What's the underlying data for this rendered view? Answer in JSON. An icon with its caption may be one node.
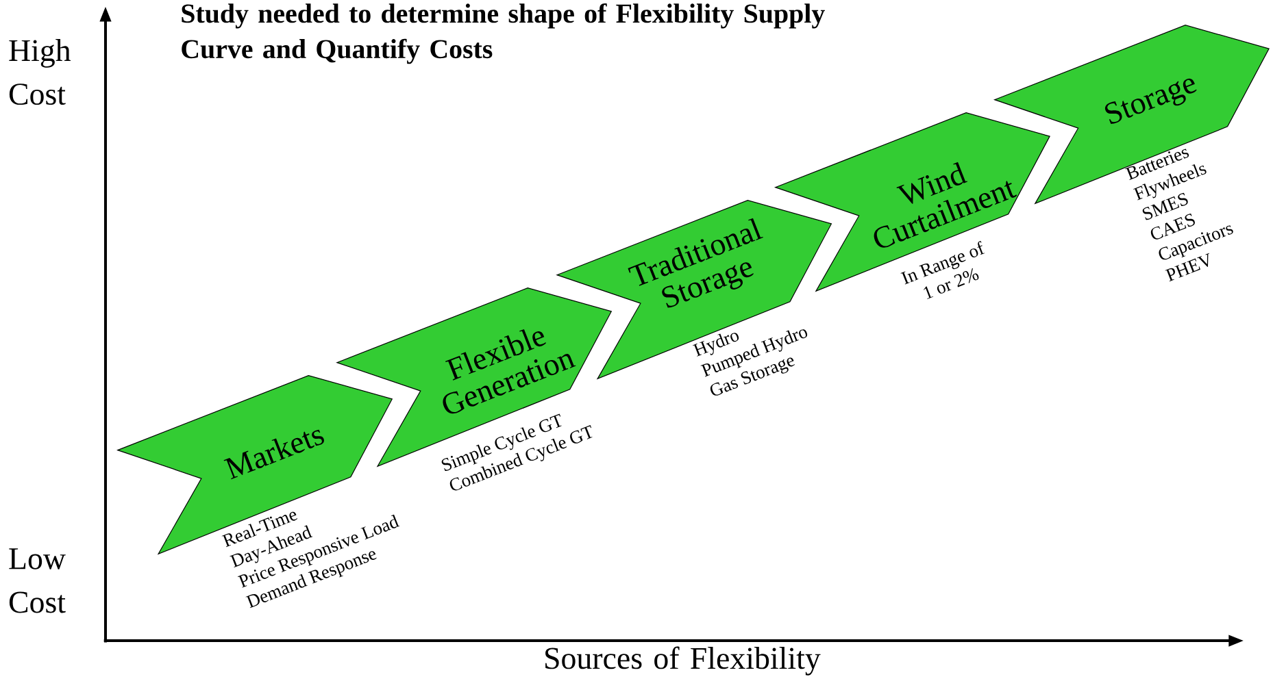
{
  "diagram": {
    "title": "Study needed to determine shape of Flexibility Supply Curve and Quantify Costs",
    "nodes": [
      {
        "text": [
          "Markets"
        ],
        "beside": [
          "Real-Time",
          "Day-Ahead",
          "Price Responsive Load",
          "Demand Response"
        ]
      },
      {
        "text": [
          "Flexible Generation"
        ],
        "beside": [
          "Simple Cycle GT",
          "Combined Cycle GT"
        ]
      },
      {
        "text": [
          "Traditional Storage"
        ],
        "beside": [
          "Hydro",
          "Pumped Hydro",
          "Gas Storage"
        ]
      },
      {
        "text": [
          "Wind Curtailment"
        ],
        "beside": [
          "In Range of",
          "1 or 2%"
        ]
      },
      {
        "text": [
          "Storage"
        ],
        "beside": [
          "Batteries",
          "Flywheels",
          "SMES",
          "CAES",
          "Capacitors",
          "PHEV"
        ]
      }
    ],
    "labels": [
      "High Cost",
      "Low Cost",
      "Sources of Flexibility"
    ]
  }
}
